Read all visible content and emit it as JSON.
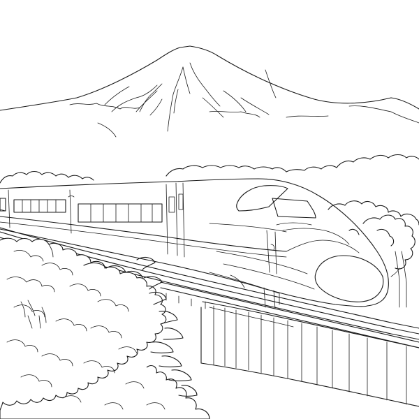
{
  "colors": {
    "background": "#ffffff",
    "line": "#1a1a1a"
  },
  "scene": {
    "style": "line-art coloring page",
    "elements": [
      "mountain-with-snow-lines",
      "distant-treeline",
      "bullet-train",
      "elevated-viaduct",
      "foreground-tree",
      "right-side-trees"
    ]
  }
}
